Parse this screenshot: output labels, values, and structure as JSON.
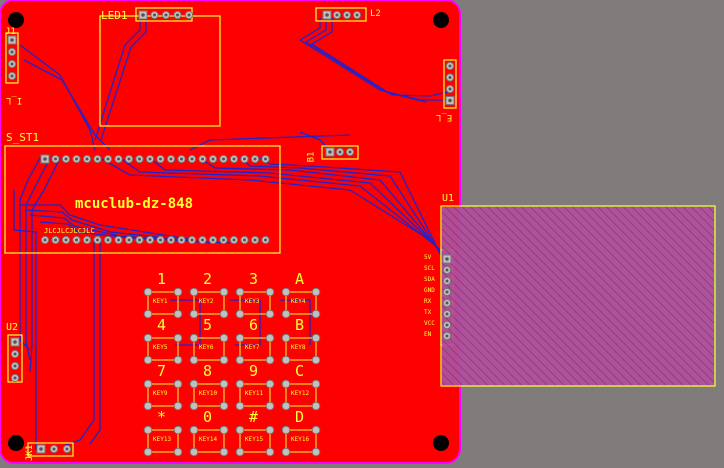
{
  "board": {
    "title": "mcuclub-dz-848",
    "colors": {
      "background": "#807c7b",
      "board": "#ff0000",
      "board_outline": "#ff00ff",
      "silkscreen": "#ffff33",
      "trace": "#2222cc",
      "pad": "#c0c0c0",
      "module_fill": "#a8509a"
    }
  },
  "designators": {
    "led1": "LED1",
    "s_st1": "S_ST1",
    "u1": "U1",
    "u2": "U2",
    "b1": "B1",
    "jk1": "JK1",
    "j1": "J1",
    "l2": "L2",
    "e_l": "E_L",
    "i_l": "I_L"
  },
  "keys": [
    {
      "glyph": "1",
      "ref": "KEY1"
    },
    {
      "glyph": "2",
      "ref": "KEY2"
    },
    {
      "glyph": "3",
      "ref": "KEY3"
    },
    {
      "glyph": "A",
      "ref": "KEY4"
    },
    {
      "glyph": "4",
      "ref": "KEY5"
    },
    {
      "glyph": "5",
      "ref": "KEY6"
    },
    {
      "glyph": "6",
      "ref": "KEY7"
    },
    {
      "glyph": "B",
      "ref": "KEY8"
    },
    {
      "glyph": "7",
      "ref": "KEY9"
    },
    {
      "glyph": "8",
      "ref": "KEY10"
    },
    {
      "glyph": "9",
      "ref": "KEY11"
    },
    {
      "glyph": "C",
      "ref": "KEY12"
    },
    {
      "glyph": "*",
      "ref": "KEY13"
    },
    {
      "glyph": "0",
      "ref": "KEY14"
    },
    {
      "glyph": "#",
      "ref": "KEY15"
    },
    {
      "glyph": "D",
      "ref": "KEY16"
    }
  ],
  "u1_pins": [
    "5V",
    "SCL",
    "SDA",
    "GND",
    "RX",
    "TX",
    "VCC",
    "EN"
  ],
  "s_st1_pin_label": "JLCJLCJLCJLC"
}
